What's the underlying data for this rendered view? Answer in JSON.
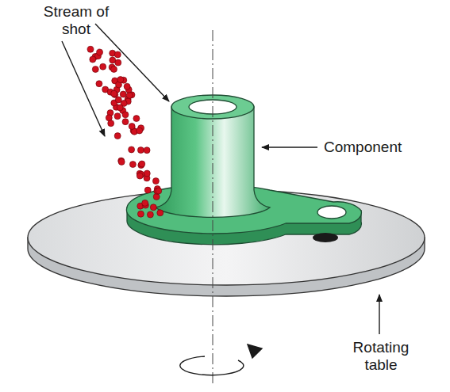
{
  "diagram": {
    "labels": [
      "Stream of shot",
      "Component",
      "Rotating table"
    ]
  }
}
